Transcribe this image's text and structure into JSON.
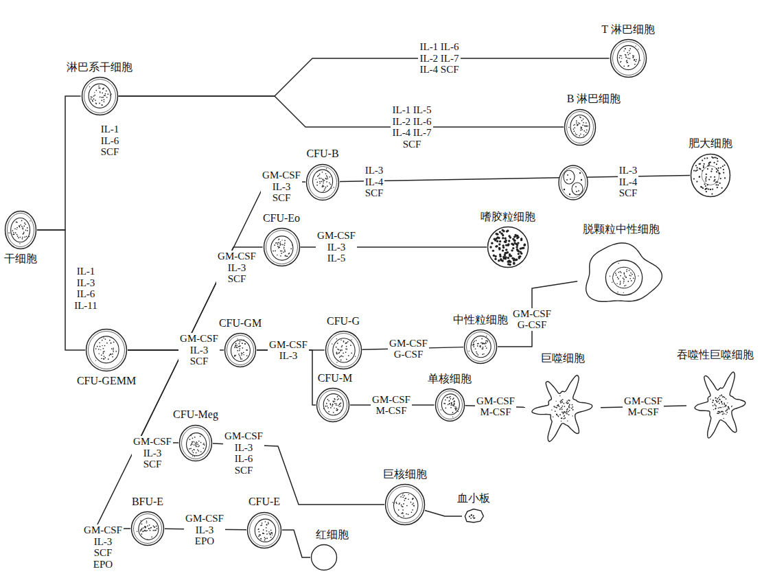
{
  "diagram": {
    "nodes": [
      {
        "text": [
          "干细胞"
        ]
      },
      {
        "text": [
          "淋巴系干细胞"
        ]
      },
      {
        "text": [
          "CFU-GEMM"
        ]
      },
      {
        "text": [
          "T 淋巴细胞"
        ]
      },
      {
        "text": [
          "B 淋巴细胞"
        ]
      },
      {
        "text": [
          "CFU-B"
        ]
      },
      {
        "text": [
          "肥大细胞"
        ]
      },
      {
        "text": [
          "CFU-Eo"
        ]
      },
      {
        "text": [
          "嗜胶粒细胞"
        ]
      },
      {
        "text": [
          "CFU-GM"
        ]
      },
      {
        "text": [
          "CFU-G"
        ]
      },
      {
        "text": [
          "中性粒细胞"
        ]
      },
      {
        "text": [
          "脱颗粒中性细胞"
        ]
      },
      {
        "text": [
          "CFU-M"
        ]
      },
      {
        "text": [
          "单核细胞"
        ]
      },
      {
        "text": [
          "巨噬细胞"
        ]
      },
      {
        "text": [
          "吞噬性巨噬细胞"
        ]
      },
      {
        "text": [
          "CFU-Meg"
        ]
      },
      {
        "text": [
          "巨核细胞"
        ]
      },
      {
        "text": [
          "血小板"
        ]
      },
      {
        "text": [
          "BFU-E"
        ]
      },
      {
        "text": [
          "CFU-E"
        ]
      },
      {
        "text": [
          "红细胞"
        ]
      }
    ],
    "edges": [
      {
        "from": 0,
        "to": 1,
        "label": "IL-1 IL-6 SCF",
        "arrow": "none"
      },
      {
        "from": 0,
        "to": 2,
        "label": "IL-1 IL-3 IL-6 IL-11",
        "arrow": "none"
      },
      {
        "from": 1,
        "to": 3,
        "label": "IL-1 IL-6 IL-2 IL-7 IL-4 SCF",
        "arrow": "none"
      },
      {
        "from": 1,
        "to": 4,
        "label": "IL-1 IL-5 IL-2 IL-6 IL-4 IL-7 SCF",
        "arrow": "none"
      },
      {
        "from": 2,
        "to": 5,
        "label": "GM-CSF IL-3 SCF",
        "arrow": "none"
      },
      {
        "from": 2,
        "to": 7,
        "label": "GM-CSF IL-3 SCF",
        "arrow": "none"
      },
      {
        "from": 2,
        "to": 9,
        "label": "GM-CSF IL-3 SCF",
        "arrow": "none"
      },
      {
        "from": 2,
        "to": 17,
        "label": "GM-CSF IL-3 SCF",
        "arrow": "none"
      },
      {
        "from": 2,
        "to": 20,
        "label": "GM-CSF IL-3 SCF EPO",
        "arrow": "none"
      },
      {
        "from": 5,
        "to": 6,
        "label": "IL-3 IL-4 SCF",
        "arrow": "none"
      },
      {
        "from": 7,
        "to": 8,
        "label": "GM-CSF IL-3 IL-5",
        "arrow": "none"
      },
      {
        "from": 9,
        "to": 10,
        "label": "GM-CSF IL-3",
        "arrow": "none"
      },
      {
        "from": 9,
        "to": 13,
        "arrow": "none"
      },
      {
        "from": 10,
        "to": 11,
        "label": "GM-CSF G-CSF",
        "arrow": "none"
      },
      {
        "from": 11,
        "to": 12,
        "label": "GM-CSF G-CSF",
        "arrow": "none"
      },
      {
        "from": 13,
        "to": 14,
        "label": "GM-CSF M-CSF",
        "arrow": "none"
      },
      {
        "from": 14,
        "to": 15,
        "label": "GM-CSF M-CSF",
        "arrow": "none"
      },
      {
        "from": 15,
        "to": 16,
        "label": "GM-CSF M-CSF",
        "arrow": "none"
      },
      {
        "from": 17,
        "to": 18,
        "label": "GM-CSF IL-3 IL-6 SCF",
        "arrow": "none"
      },
      {
        "from": 18,
        "to": 19,
        "arrow": "none"
      },
      {
        "from": 20,
        "to": 21,
        "label": "GM-CSF IL-3 EPO",
        "arrow": "none"
      },
      {
        "from": 21,
        "to": 22,
        "arrow": "none"
      }
    ],
    "labels": [
      "IL-3 IL-4 SCF"
    ]
  }
}
